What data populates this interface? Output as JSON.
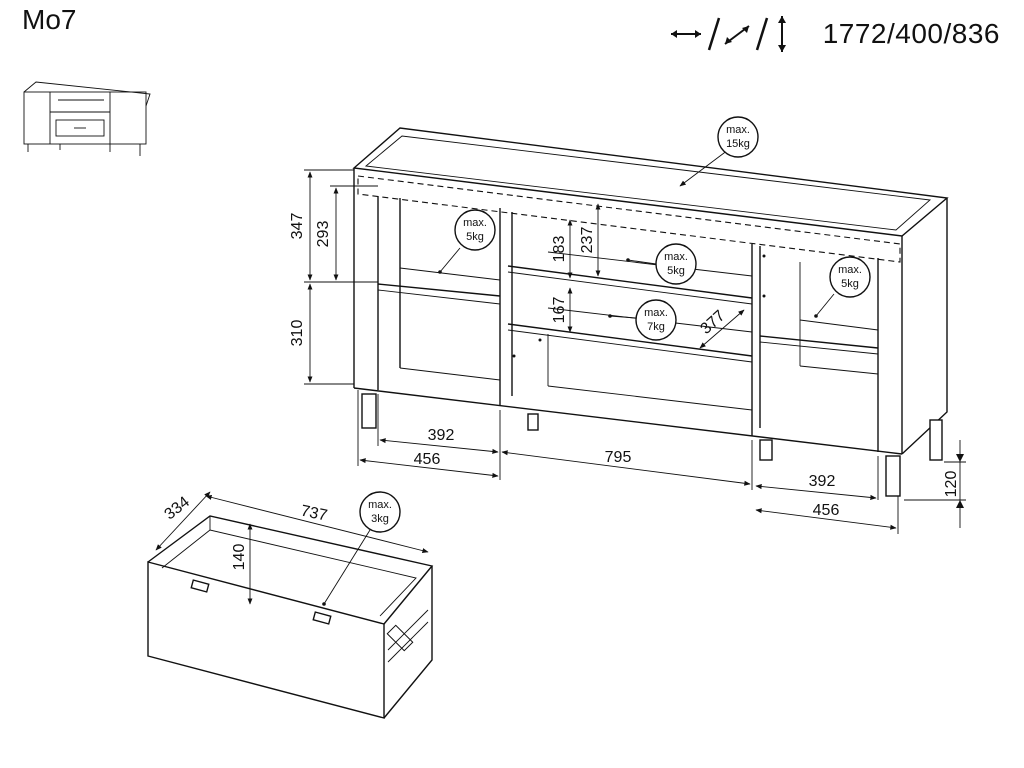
{
  "header": {
    "model_code": "Mo7",
    "dimensions": "1772/400/836",
    "dimension_icons": [
      "width-arrow-icon",
      "depth-arrow-icon",
      "height-arrow-icon"
    ]
  },
  "load_labels": {
    "top": {
      "line1": "max.",
      "line2": "15kg"
    },
    "left_shelf": {
      "line1": "max.",
      "line2": "5kg"
    },
    "middle_upper_shelf": {
      "line1": "max.",
      "line2": "5kg"
    },
    "middle_lower_shelf": {
      "line1": "max.",
      "line2": "7kg"
    },
    "right_shelf": {
      "line1": "max.",
      "line2": "5kg"
    },
    "drawer": {
      "line1": "max.",
      "line2": "3kg"
    }
  },
  "dimensions": {
    "upper_outer_height": "347",
    "upper_inner_height": "293",
    "lower_height": "310",
    "middle_top_gap": "183",
    "middle_top_gap_outer": "237",
    "middle_shelf_gap": "167",
    "shelf_depth": "377",
    "left_inner_width": "392",
    "left_outer_width": "456",
    "middle_width": "795",
    "right_inner_width": "392",
    "right_outer_width": "456",
    "leg_height": "120",
    "drawer_depth": "334",
    "drawer_width": "737",
    "drawer_height": "140"
  }
}
